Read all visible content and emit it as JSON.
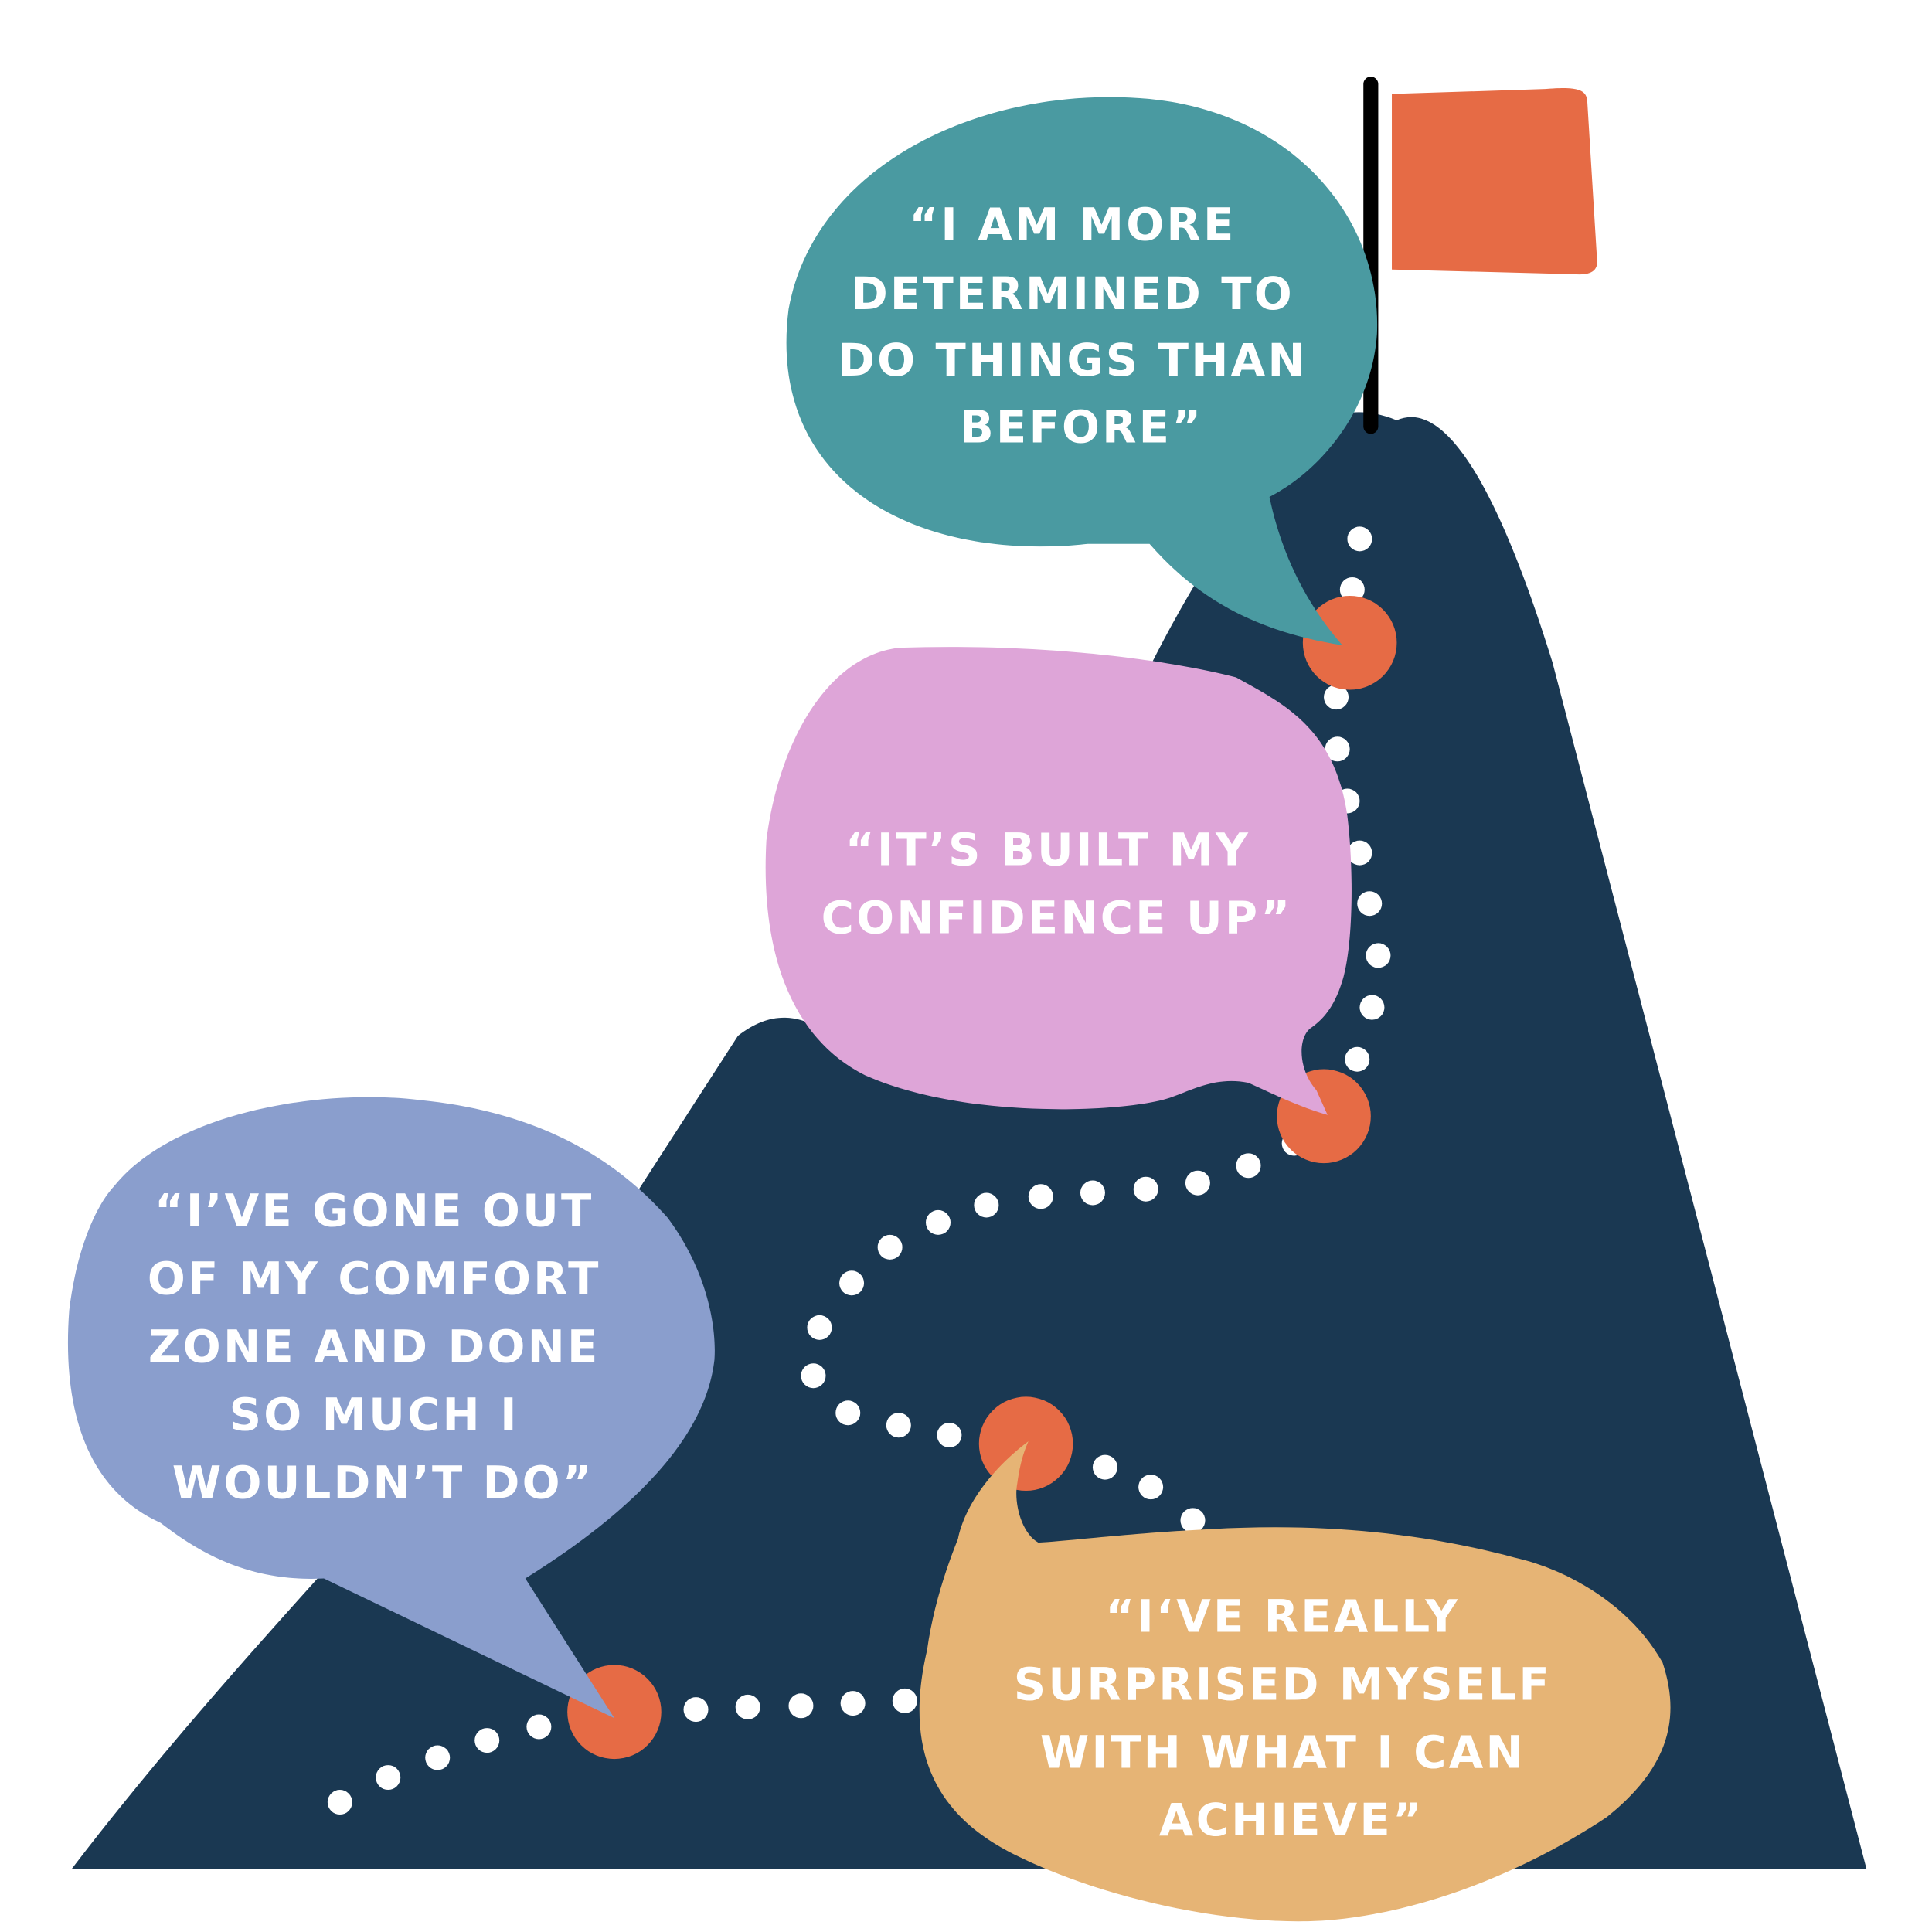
{
  "colors": {
    "background": "#ffffff",
    "mountain": "#1a3852",
    "flag": "#e66b45",
    "pole": "#000000",
    "milestone": "#e66b45",
    "path_dots": "#ffffff",
    "text": "#ffffff",
    "bubble_teal": "#4a9aa1",
    "bubble_pink": "#dea5d8",
    "bubble_periwinkle": "#8a9ecd",
    "bubble_gold": "#e6b475"
  },
  "quotes": [
    {
      "id": "determined",
      "color_key": "bubble_teal",
      "lines": [
        "“I AM MORE",
        "DETERMINED TO",
        "DO THINGS THAN",
        "BEFORE”"
      ]
    },
    {
      "id": "confidence",
      "color_key": "bubble_pink",
      "lines": [
        "“IT’S BUILT MY",
        "CONFIDENCE UP”"
      ]
    },
    {
      "id": "comfort-zone",
      "color_key": "bubble_periwinkle",
      "lines": [
        "“I’VE GONE OUT",
        "OF MY COMFORT",
        "ZONE AND DONE",
        "SO MUCH I",
        "WOULDN’T DO”"
      ]
    },
    {
      "id": "surprised",
      "color_key": "bubble_gold",
      "lines": [
        "“I‘VE REALLY",
        "SURPRISED MYSELF",
        "WITH WHAT I CAN",
        "ACHIEVE”"
      ]
    }
  ],
  "milestones": [
    {
      "id": "milestone-1",
      "step": 1
    },
    {
      "id": "milestone-2",
      "step": 2
    },
    {
      "id": "milestone-3",
      "step": 3
    },
    {
      "id": "milestone-4",
      "step": 4
    }
  ],
  "icons": {
    "flag": "summit-flag-icon",
    "mountain": "mountain-icon"
  }
}
